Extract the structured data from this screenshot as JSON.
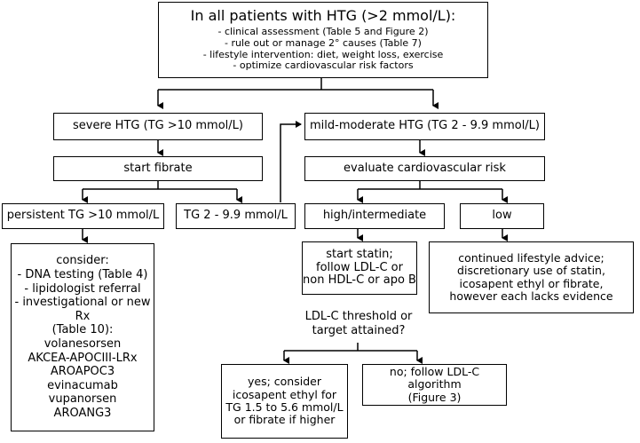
{
  "top_box": {
    "title": "In all patients with HTG (>2 mmol/L):",
    "lines": [
      "- clinical assessment (Table 5 and Figure 2)",
      "- rule out or manage 2° causes (Table 7)",
      "- lifestyle intervention: diet, weight loss, exercise",
      "- optimize cardiovascular risk factors"
    ]
  },
  "severe_box": "severe HTG (TG >10 mmol/L)",
  "mild_box": "mild-moderate HTG (TG 2 - 9.9 mmol/L)",
  "fibrate_box": "start fibrate",
  "persistent_box": "persistent TG >10 mmol/L",
  "tg_range_box": "TG 2 - 9.9 mmol/L",
  "consider_box": {
    "lines": [
      "consider:",
      "- DNA testing (Table 4)",
      "- lipidologist referral",
      "- investigational or new Rx",
      "(Table 10):",
      "volanesorsen",
      "AKCEA-APOCIII-LRx",
      "AROAPOC3",
      "evinacumab",
      "vupanorsen",
      "AROANG3"
    ]
  },
  "cv_risk_box": "evaluate cardiovascular risk",
  "high_box": "high/intermediate",
  "low_box": "low",
  "statin_box": {
    "lines": [
      "start statin;",
      "follow LDL-C or",
      "non HDL-C or apo B"
    ]
  },
  "lifestyle_box": {
    "lines": [
      "continued lifestyle advice;",
      "discretionary use of statin,",
      "icosapent ethyl or fibrate,",
      "however each lacks evidence"
    ]
  },
  "question": {
    "lines": [
      "LDL-C threshold or",
      "target attained?"
    ]
  },
  "yes_box": {
    "lines": [
      "yes; consider",
      "icosapent ethyl for",
      "TG 1.5 to 5.6 mmol/L",
      "or fibrate if higher"
    ]
  },
  "no_box": {
    "lines": [
      "no; follow LDL-C algorithm",
      "(Figure 3)"
    ]
  }
}
